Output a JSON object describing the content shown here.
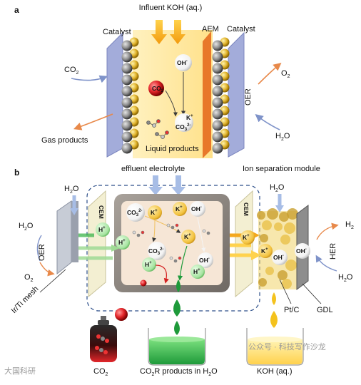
{
  "panel_a": {
    "label": "a",
    "influent": "Influent KOH (aq.)",
    "catalyst_left": "Catalyst",
    "aem": "AEM",
    "catalyst_right": "Catalyst",
    "co2_in": "CO",
    "co2_in_sub": "2",
    "o2_out": "O",
    "o2_out_sub": "2",
    "oer": "OER",
    "h2o_in": "H",
    "h2o_in_sub": "2",
    "h2o_in_tail": "O",
    "gas_products": "Gas products",
    "liquid_products": "Liquid products",
    "co2_bubble": "CO",
    "co2_bubble_sub": "2",
    "oh_ion": "OH",
    "oh_ion_sup": "-",
    "k_ion": "K",
    "k_ion_sup": "+",
    "co3_ion": "CO",
    "co3_ion_sub": "3",
    "co3_ion_sup": "2-"
  },
  "panel_b": {
    "label": "b",
    "effluent": "effluent electrolyte",
    "ion_module": "Ion separation module",
    "h2o_left_top": "H",
    "h2o_left_top_sub": "2",
    "h2o_left_top_tail": "O",
    "h2o_left": "H",
    "h2o_left_sub": "2",
    "h2o_left_tail": "O",
    "oer": "OER",
    "o2_out": "O",
    "o2_out_sub": "2",
    "irti_mesh": "Ir/Ti mesh",
    "cem_left": "CEM",
    "cem_right": "CEM",
    "h_plus_1": "H",
    "h_plus_1_sup": "+",
    "h_plus_2": "H",
    "h_plus_2_sup": "+",
    "h_plus_3": "H",
    "h_plus_3_sup": "+",
    "h_plus_4": "H",
    "h_plus_4_sup": "+",
    "co3_1": "CO",
    "co3_1_sub": "3",
    "co3_1_sup": "2-",
    "co3_2": "CO",
    "co3_2_sub": "3",
    "co3_2_sup": "2-",
    "k_1": "K",
    "k_1_sup": "+",
    "k_2": "K",
    "k_2_sup": "+",
    "k_3": "K",
    "k_3_sup": "+",
    "k_4": "K",
    "k_4_sup": "+",
    "oh_1": "OH",
    "oh_1_sup": "-",
    "oh_2": "OH",
    "oh_2_sup": "-",
    "oh_3": "OH",
    "oh_3_sup": "-",
    "oh_4": "OH",
    "oh_4_sup": "-",
    "h2o_right_top": "H",
    "h2o_right_top_sub": "2",
    "h2o_right_top_tail": "O",
    "h2_out": "H",
    "h2_out_sub": "2",
    "her": "HER",
    "h2o_right": "H",
    "h2o_right_sub": "2",
    "h2o_right_tail": "O",
    "ptc": "Pt/C",
    "gdl": "GDL",
    "co2_beaker": "CO",
    "co2_beaker_sub": "2",
    "co2r_products": "CO",
    "co2r_products_sub": "2",
    "co2r_products_tail": "R products in H",
    "co2r_products_sub2": "2",
    "co2r_products_tail2": "O",
    "koh_aq": "KOH (aq.)"
  },
  "watermark": {
    "left": "大国科研",
    "right": "公众号 · 科技写作沙龙"
  },
  "colors": {
    "orange_arrow": "#f4a81d",
    "membrane_orange": "#e8782a",
    "blue_plate": "#9aa6d8",
    "green": "#3bb54a",
    "red": "#e3262a",
    "yellow_fill": "#ffe89a"
  }
}
